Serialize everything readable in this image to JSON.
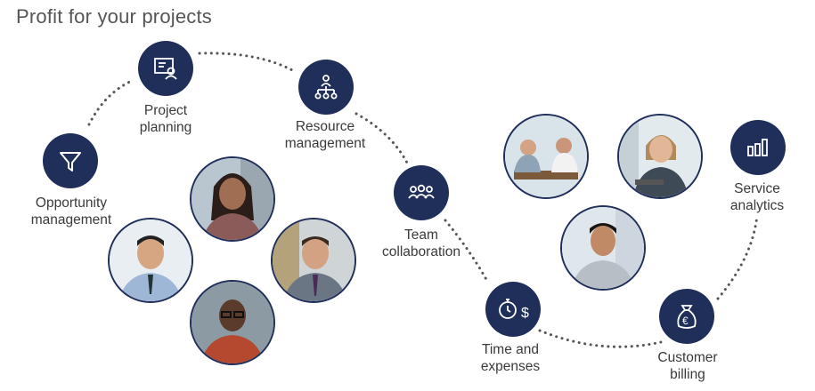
{
  "title": "Profit for your projects",
  "colors": {
    "node": "#1f2f5a",
    "dots": "#555555",
    "text": "#3a3a3a"
  },
  "steps": [
    {
      "id": "opportunity",
      "label": "Opportunity\nmanagement",
      "icon": "funnel-icon"
    },
    {
      "id": "planning",
      "label": "Project\nplanning",
      "icon": "project-plan-icon"
    },
    {
      "id": "resource",
      "label": "Resource\nmanagement",
      "icon": "org-chart-icon"
    },
    {
      "id": "team",
      "label": "Team\ncollaboration",
      "icon": "team-icon"
    },
    {
      "id": "time",
      "label": "Time and\nexpenses",
      "icon": "stopwatch-dollar-icon"
    },
    {
      "id": "billing",
      "label": "Customer\nbilling",
      "icon": "euro-bag-icon"
    },
    {
      "id": "analytics",
      "label": "Service\nanalytics",
      "icon": "bar-chart-icon"
    }
  ]
}
